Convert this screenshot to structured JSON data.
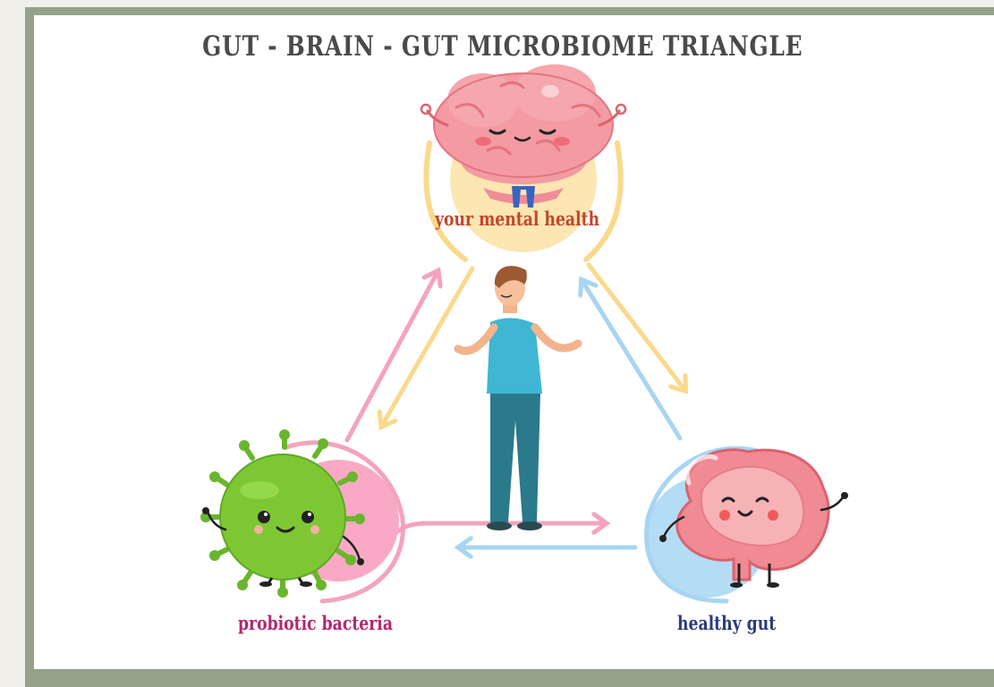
{
  "title": "GUT - BRAIN - GUT MICROBIOME TRIANGLE",
  "nodes": {
    "brain": {
      "label": "your mental health",
      "color": "#c4452a"
    },
    "bacteria": {
      "label": "probiotic bacteria",
      "color": "#b0296f"
    },
    "gut": {
      "label": "healthy gut",
      "color": "#2c3c7a"
    }
  },
  "colors": {
    "frame": "#93a288",
    "arrow_yellow": "#fad98b",
    "arrow_pink": "#f4a3bd",
    "arrow_blue": "#a7d5f2"
  }
}
